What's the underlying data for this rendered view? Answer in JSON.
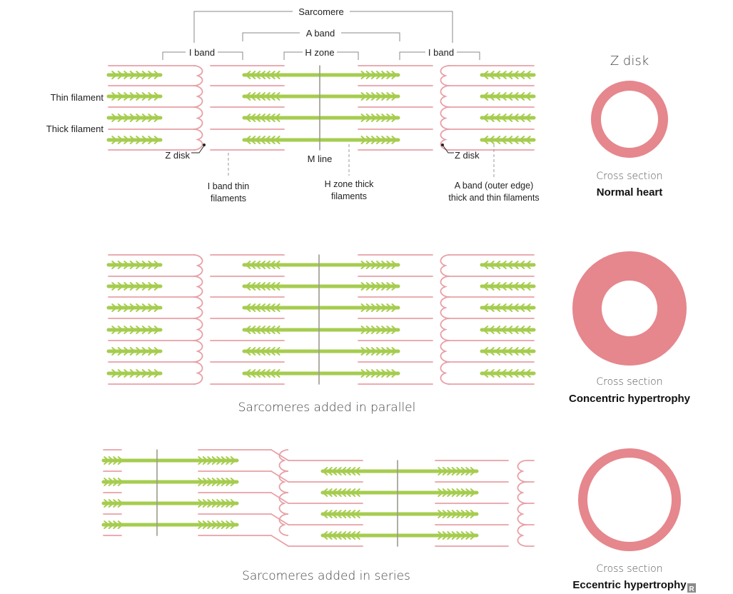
{
  "colors": {
    "thin_filament": "#e8a0a6",
    "thick_filament": "#a6cc4f",
    "ring": "#e5878d",
    "m_line": "#9a9a8e",
    "bracket": "#888888",
    "dashed": "#999999"
  },
  "labels": {
    "sarcomere": "Sarcomere",
    "a_band": "A band",
    "i_band_left": "I band",
    "h_zone": "H zone",
    "i_band_right": "I band",
    "thin_filament": "Thin filament",
    "thick_filament": "Thick filament",
    "z_disk_left": "Z disk",
    "z_disk_right": "Z disk",
    "m_line": "M line",
    "i_band_thin_1": "I band thin",
    "i_band_thin_2": "filaments",
    "h_zone_thick_1": "H zone thick",
    "h_zone_thick_2": "filaments",
    "a_band_outer_1": "A band (outer edge)",
    "a_band_outer_2": "thick and thin filaments"
  },
  "captions": {
    "parallel": "Sarcomeres added in parallel",
    "series": "Sarcomeres added in series"
  },
  "cross_sections": {
    "z_disk_title": "Z disk",
    "normal": {
      "label": "Cross section",
      "condition": "Normal heart",
      "outer_r": 54,
      "inner_r": 40
    },
    "concentric": {
      "label": "Cross section",
      "condition": "Concentric hypertrophy",
      "outer_r": 80,
      "inner_r": 39
    },
    "eccentric": {
      "label": "Cross section",
      "condition": "Eccentric hypertrophy",
      "outer_r": 72,
      "inner_r": 59
    }
  },
  "badge": "R"
}
